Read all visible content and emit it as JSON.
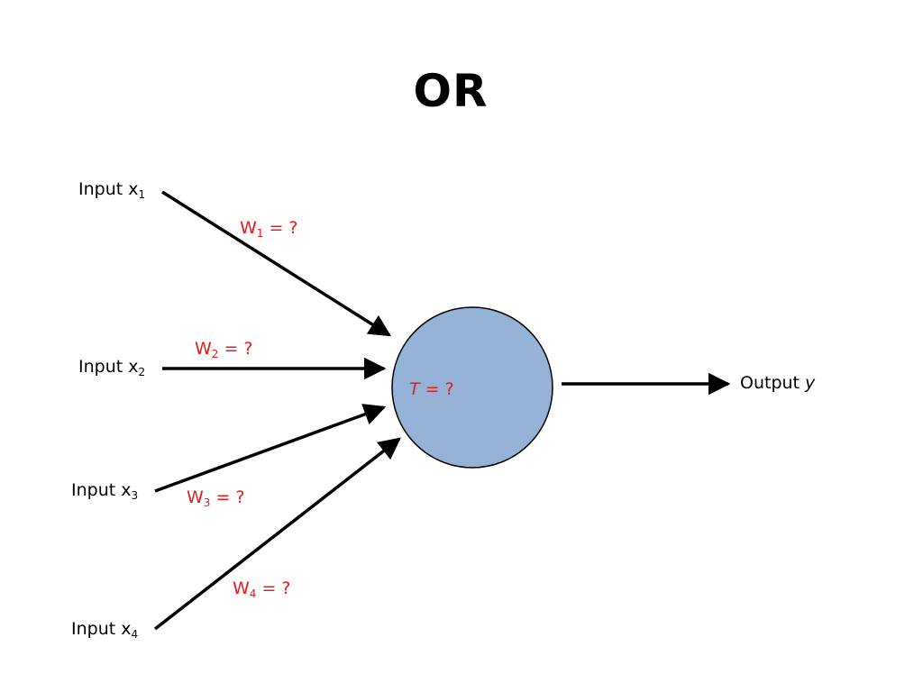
{
  "title": "OR",
  "colors": {
    "neuron_fill": "#95b3d7",
    "stroke": "#000000",
    "weight_text": "#e51c1c"
  },
  "inputs": [
    {
      "label": "Input x",
      "sub": "1"
    },
    {
      "label": "Input x",
      "sub": "2"
    },
    {
      "label": "Input x",
      "sub": "3"
    },
    {
      "label": "Input x",
      "sub": "4"
    }
  ],
  "weights": [
    {
      "symbol": "W",
      "sub": "1",
      "value": " = ?"
    },
    {
      "symbol": "W",
      "sub": "2",
      "value": " = ?"
    },
    {
      "symbol": "W",
      "sub": "3",
      "value": " = ?"
    },
    {
      "symbol": "W",
      "sub": "4",
      "value": " = ?"
    }
  ],
  "threshold": {
    "symbol": "T",
    "value": " = ?"
  },
  "output": {
    "label": "Output ",
    "var": "y"
  }
}
